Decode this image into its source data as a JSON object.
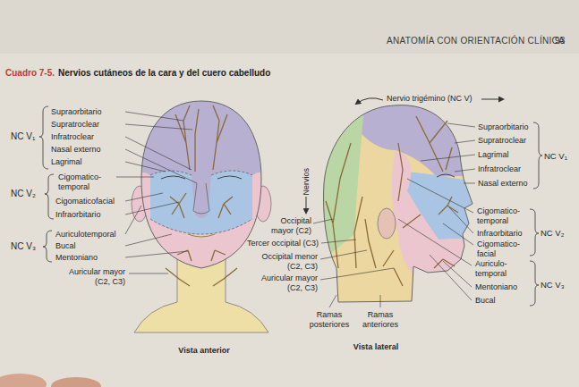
{
  "diagram": {
    "title": "Nervios cutáneos de la cara y del cuero cabelludo",
    "labels": [
      "ANATOMÍA CON ORIENTACIÓN CLÍNICA",
      "93",
      "Cuadro 7-5.",
      "Supraorbitario",
      "Supratroclear",
      "Infratroclear",
      "Nasal externo",
      "Lagrimal",
      "NC V₁",
      "Cigomatico- temporal",
      "Cigomaticofacial",
      "Infraorbitario",
      "NC V₂",
      "Auriculotemporal",
      "Bucal",
      "Mentoniano",
      "NC V₃",
      "Auricular mayor (C2, C3)",
      "Vista anterior",
      "Nervio trigémino (NC V)",
      "Nervios",
      "Supraorbitario",
      "Supratroclear",
      "Lagrimal",
      "Infratroclear",
      "Nasal externo",
      "NC V₁",
      "Cigomatico- temporal",
      "Infraorbitario",
      "Cigomatico- facial",
      "NC V₂",
      "Auriculo- temporal",
      "Mentoniano",
      "Bucal",
      "NC V₃",
      "Occipital mayor (C2)",
      "Tercer occipital (C3)",
      "Occipital menor (C2, C3)",
      "Auricular mayor (C2, C3)",
      "Ramas posteriores",
      "Ramas anteriores",
      "Vista lateral"
    ]
  }
}
